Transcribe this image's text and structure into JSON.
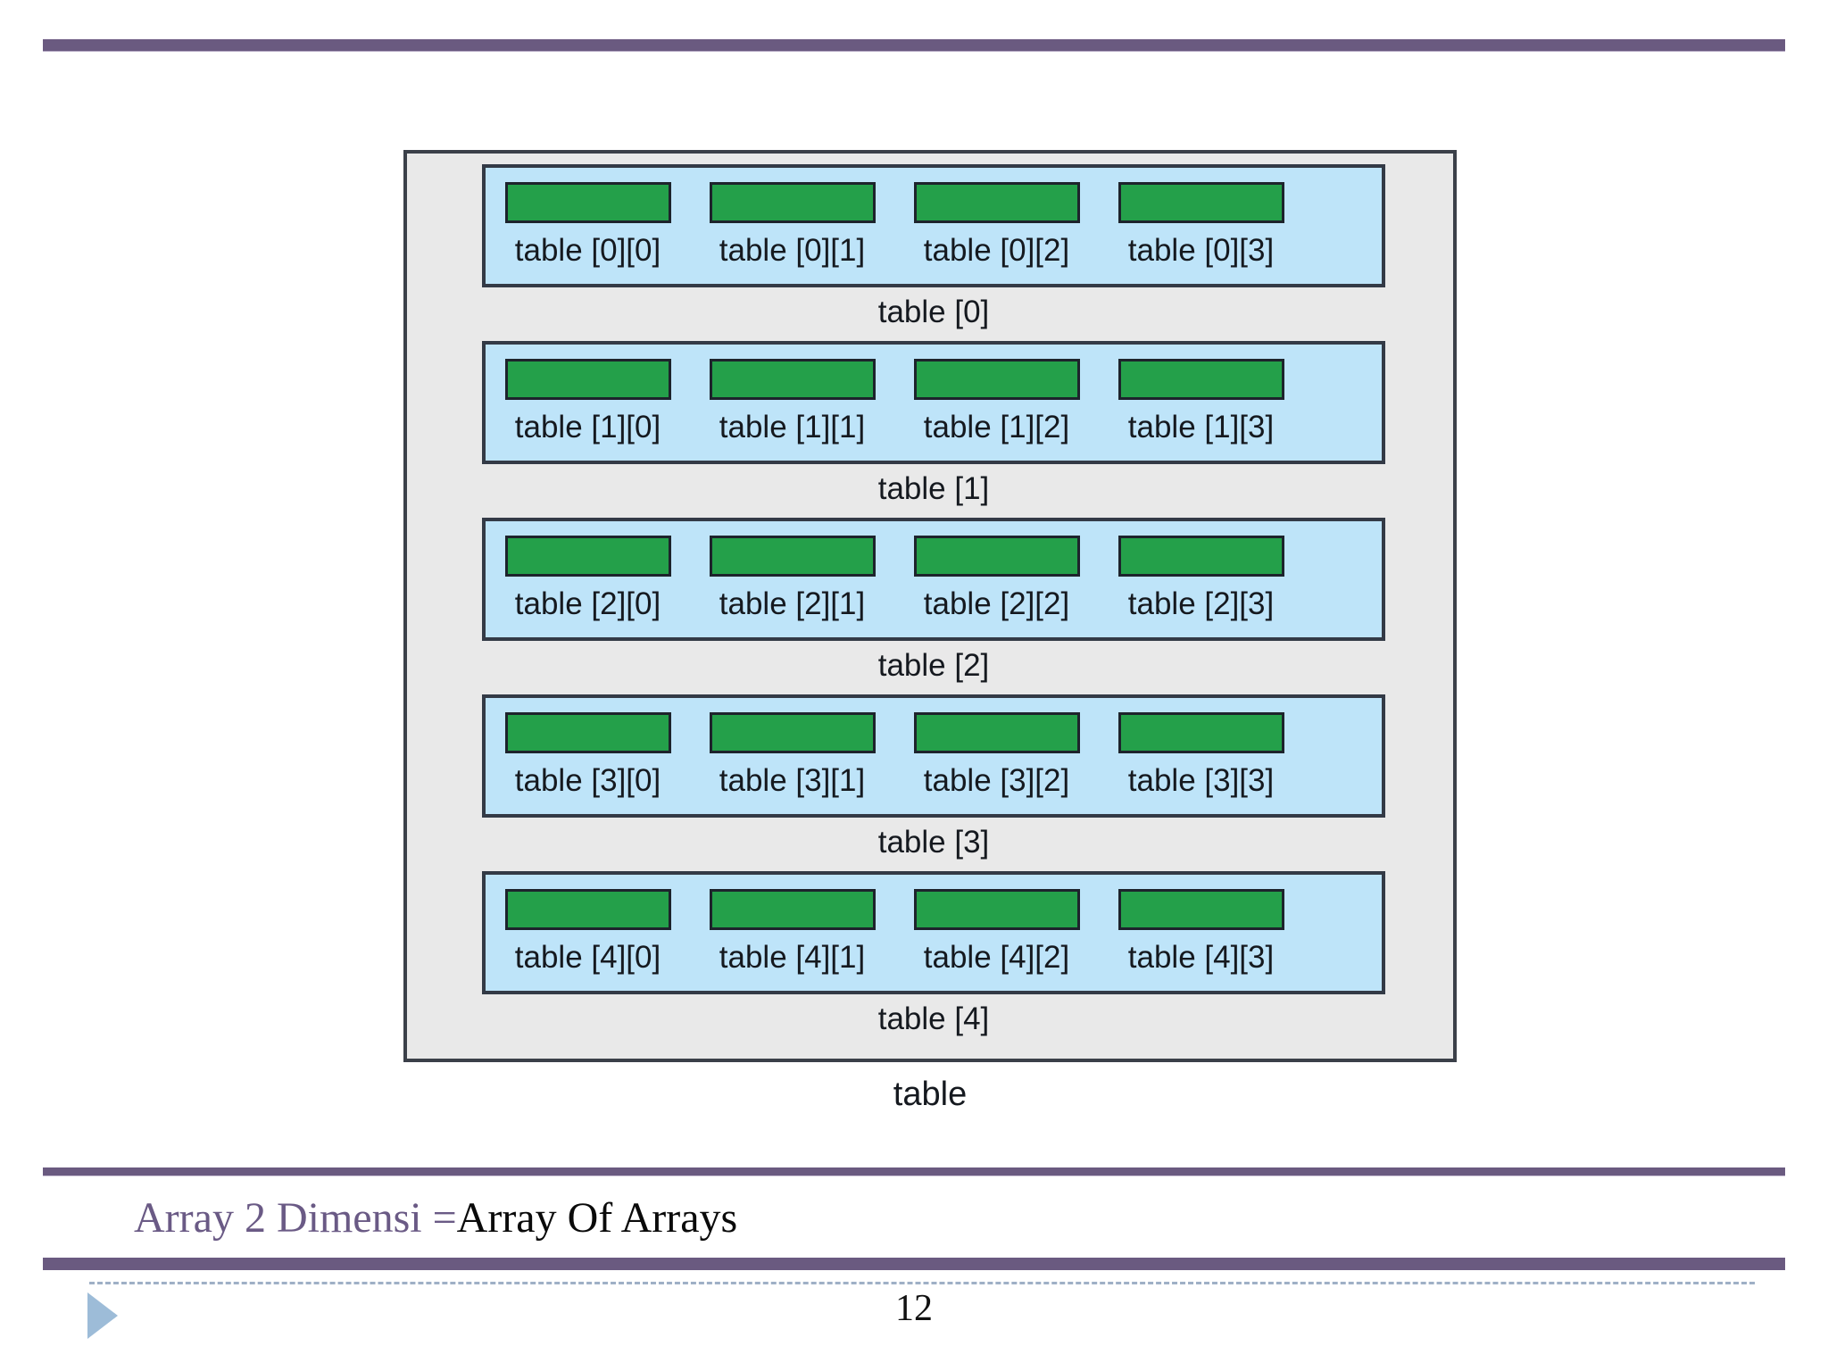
{
  "slide": {
    "page_number": "12",
    "footer_title_primary": "Array 2 Dimensi = ",
    "footer_title_secondary": "Array Of Arrays",
    "colors": {
      "rule_purple": "#6a5a80",
      "row_blue": "#bee4f9",
      "cell_green": "#24a04a",
      "outer_gray": "#e9e9e9",
      "border_dark": "#333a46",
      "title_purple": "#6a5a85",
      "triangle_blue": "#9dbcd8",
      "dashed_blue": "#9fb0c6"
    }
  },
  "diagram": {
    "outer_caption": "table",
    "rows": [
      {
        "caption": "table [0]",
        "cells": [
          {
            "label": "table [0][0]"
          },
          {
            "label": "table [0][1]"
          },
          {
            "label": "table [0][2]"
          },
          {
            "label": "table [0][3]"
          }
        ]
      },
      {
        "caption": "table [1]",
        "cells": [
          {
            "label": "table [1][0]"
          },
          {
            "label": "table [1][1]"
          },
          {
            "label": "table [1][2]"
          },
          {
            "label": "table [1][3]"
          }
        ]
      },
      {
        "caption": "table [2]",
        "cells": [
          {
            "label": "table [2][0]"
          },
          {
            "label": "table [2][1]"
          },
          {
            "label": "table [2][2]"
          },
          {
            "label": "table [2][3]"
          }
        ]
      },
      {
        "caption": "table [3]",
        "cells": [
          {
            "label": "table [3][0]"
          },
          {
            "label": "table [3][1]"
          },
          {
            "label": "table [3][2]"
          },
          {
            "label": "table [3][3]"
          }
        ]
      },
      {
        "caption": "table [4]",
        "cells": [
          {
            "label": "table [4][0]"
          },
          {
            "label": "table [4][1]"
          },
          {
            "label": "table [4][2]"
          },
          {
            "label": "table [4][3]"
          }
        ]
      }
    ]
  }
}
